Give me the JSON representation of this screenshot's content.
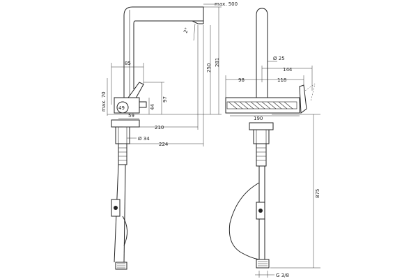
{
  "side_view": {
    "max500": "max. 500",
    "d85": "85",
    "max70": "max. 70",
    "d49": "49",
    "d44": "44",
    "d97": "97",
    "d59": "59",
    "d210": "210",
    "d34": "Ø 34",
    "d224": "224",
    "d250": "250",
    "d281": "281",
    "angle": "2°"
  },
  "front_view": {
    "d25": "Ø 25",
    "d98": "98",
    "d144": "144",
    "d118": "118",
    "d190": "190",
    "d875": "875",
    "g38": "G 3/8"
  }
}
